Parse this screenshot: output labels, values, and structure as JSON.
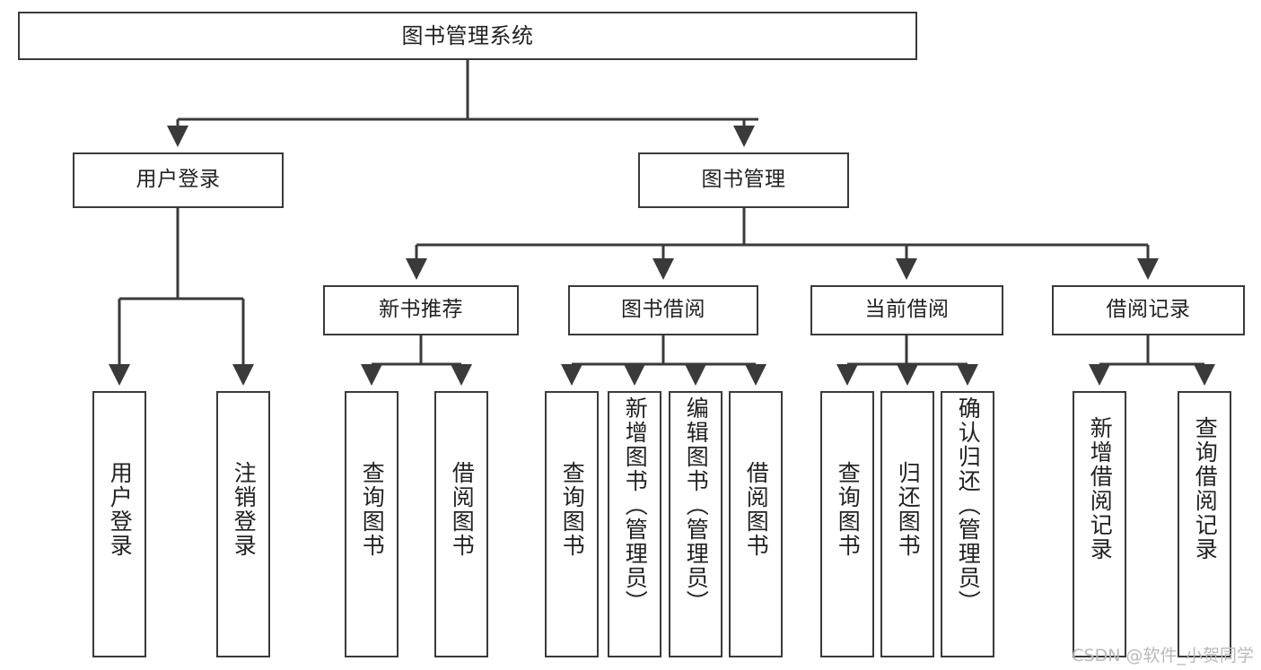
{
  "diagram": {
    "title": "图书管理系统",
    "watermark": "CSDN @软件_小贺同学",
    "root": {
      "label": "图书管理系统"
    },
    "level2": [
      {
        "label": "用户登录"
      },
      {
        "label": "图书管理"
      }
    ],
    "level3": [
      {
        "label": "新书推荐"
      },
      {
        "label": "图书借阅"
      },
      {
        "label": "当前借阅"
      },
      {
        "label": "借阅记录"
      }
    ],
    "leaves": {
      "user_login": [
        {
          "label": "用户登录"
        },
        {
          "label": "注销登录"
        }
      ],
      "new_book": [
        {
          "label": "查询图书"
        },
        {
          "label": "借阅图书"
        }
      ],
      "book_borrow": [
        {
          "label": "查询图书"
        },
        {
          "label": "新增图书（管理员）"
        },
        {
          "label": "编辑图书（管理员）"
        },
        {
          "label": "借阅图书"
        }
      ],
      "current_borrow": [
        {
          "label": "查询图书"
        },
        {
          "label": "归还图书"
        },
        {
          "label": "确认归还（管理员）"
        }
      ],
      "borrow_record": [
        {
          "label": "新增借阅记录"
        },
        {
          "label": "查询借阅记录"
        }
      ]
    }
  },
  "colors": {
    "stroke": "#3a3a3a",
    "background": "#ffffff",
    "text": "#222222",
    "watermark": "#b9b9b9"
  }
}
